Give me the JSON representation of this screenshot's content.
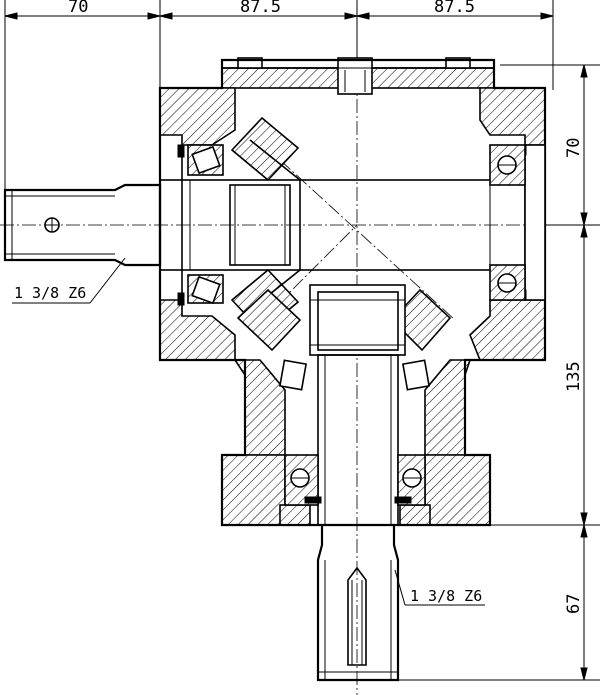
{
  "dimensions": {
    "top_left": "70",
    "top_middle": "87.5",
    "top_right": "87.5",
    "right_upper": "70",
    "right_middle": "135",
    "right_lower": "67"
  },
  "callouts": {
    "input_shaft": "1 3/8 Z6",
    "output_shaft": "1 3/8 Z6"
  }
}
